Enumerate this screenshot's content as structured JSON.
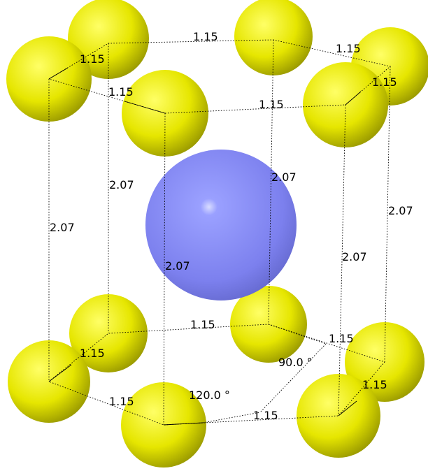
{
  "atom_colors": {
    "outer": "#d9d900",
    "center": "#8080f0"
  },
  "labels": {
    "top_back": "1.15",
    "top_back_left": "1.15",
    "top_back_right": "1.15",
    "top_front_left": "1.15",
    "top_front_right": "1.15",
    "top_right_corner": "1.15",
    "vert_back_left": "2.07",
    "vert_left_outer": "2.07",
    "vert_front_left": "2.07",
    "vert_back_right": "2.07",
    "vert_front_right": "2.07",
    "vert_right_outer": "2.07",
    "bottom_back": "1.15",
    "bottom_back_left": "1.15",
    "bottom_back_right": "1.15",
    "bottom_front_left": "1.15",
    "bottom_front_right": "1.15",
    "bottom_right_corner": "1.15",
    "angle_90": "90.0 °",
    "angle_120": "120.0 °"
  }
}
